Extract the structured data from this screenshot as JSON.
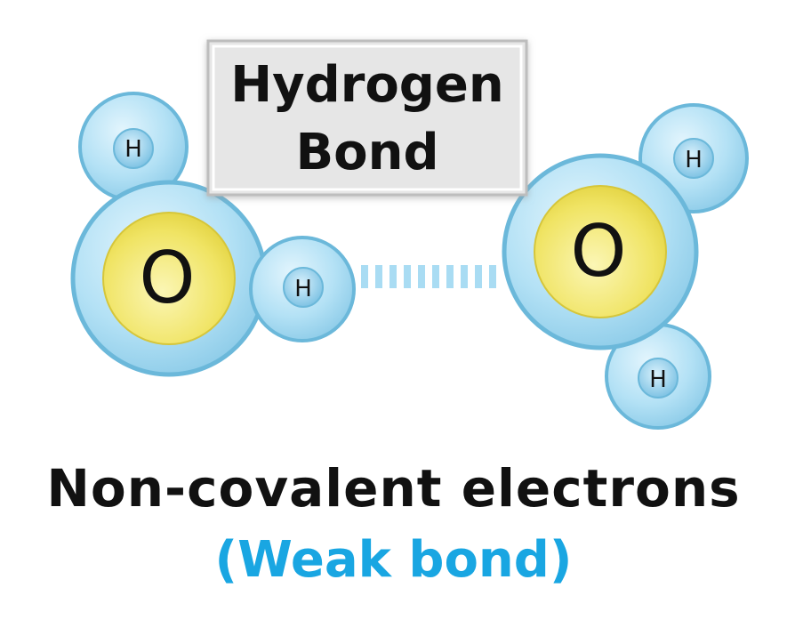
{
  "label": {
    "line1": "Hydrogen",
    "line2": "Bond"
  },
  "atoms": {
    "oxygen": "O",
    "hydrogen": "H"
  },
  "caption": {
    "title": "Non-covalent electrons",
    "subtitle": "(Weak bond)"
  },
  "colors": {
    "shell": "#a9dcf3",
    "shell_edge": "#6bb8da",
    "core": "#efe35a",
    "subtitle": "#19a6e2"
  }
}
